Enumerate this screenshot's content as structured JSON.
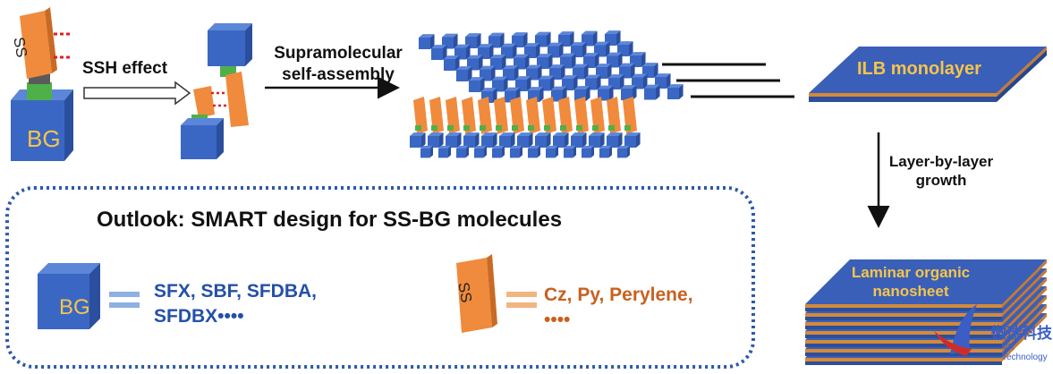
{
  "labels": {
    "ssh_effect": "SSH effect",
    "supramolecular": "Supramolecular",
    "self_assembly": "self-assembly",
    "ilb_monolayer": "ILB monolayer",
    "layer_by_layer": "Layer-by-layer",
    "growth": "growth",
    "laminar_1": "Laminar organic",
    "laminar_2": "nanosheet",
    "bg": "BG",
    "ss": "SS"
  },
  "outlook": {
    "title": "Outlook: SMART design for SS-BG molecules",
    "bg_list_1": "SFX, SBF, SFDBA,",
    "bg_list_2": "SFDBX••••",
    "ss_list_1": "Cz, Py, Perylene,",
    "ss_list_2": "••••"
  },
  "watermark": {
    "name_cn": "微瑞科技",
    "name_en": "VR Technology"
  },
  "colors": {
    "cube_blue": "#3a67c4",
    "ss_orange": "#f08a3c",
    "linker_green": "#4fb04a",
    "bg_text_blue": "#2450a8",
    "ss_text_orange": "#c8611f",
    "label_yellow": "#f5c54a",
    "dotted_border": "#2e5aa8"
  }
}
